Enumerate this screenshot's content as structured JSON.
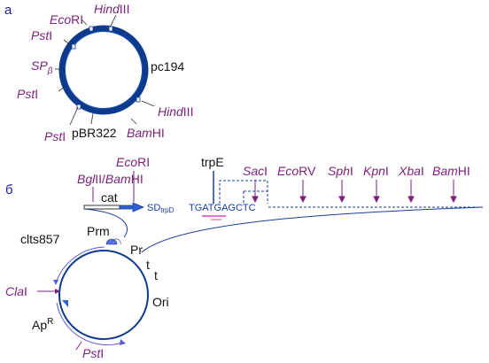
{
  "colors": {
    "plasmid": "#0d3a8c",
    "site": "#7b1f7b",
    "label": "#111111",
    "panel": "#1a1aa6",
    "arrow": "#5a5ad0",
    "sequence": "#1a3c9c",
    "underline": "#e040c0"
  },
  "panel_a": {
    "letter": "а",
    "sites": {
      "ecori_it": "Eco",
      "ecori_rest": "RI",
      "hind1_it": "Hind",
      "hind1_rest": "III",
      "pst1_it": "Pst",
      "pst1_rest": "I",
      "sp": "SP",
      "sp_sub": "β",
      "pst2_it": "Pst",
      "pst2_rest": "I",
      "pst3_it": "Pst",
      "pst3_rest": "I",
      "hind2_it": "Hind",
      "hind2_rest": "III",
      "bam_it": "Bam",
      "bam_rest": "HI"
    },
    "labels": {
      "pc194": "pc194",
      "pbr322": "pBR322"
    }
  },
  "panel_b": {
    "letter": "б",
    "sites": {
      "ecori_it": "Eco",
      "ecori_rest": "RI",
      "bgl_it": "Bgl",
      "bgl_mid": "II/",
      "bam_it": "Bam",
      "bam_rest": "HI",
      "sac_it": "Sac",
      "sac_rest": "I",
      "ecorv_it": "Eco",
      "ecorv_rest": "RV",
      "sph_it": "Sph",
      "sph_rest": "I",
      "kpn_it": "Kpn",
      "kpn_rest": "I",
      "xba_it": "Xba",
      "xba_rest": "I",
      "bam2_it": "Bam",
      "bam2_rest": "HI",
      "cla_it": "Cla",
      "cla_rest": "I",
      "pst_it": "Pst",
      "pst_rest": "I"
    },
    "labels": {
      "trpE": "trpE",
      "cat": "cat",
      "sd": "SD",
      "sd_sub": "trpD",
      "sequence": "TGATGAGCTC",
      "prm": "Prm",
      "pr": "Pr",
      "clts": "clts857",
      "t1": "t",
      "t2": "t",
      "ori": "Ori",
      "apr": "Ap",
      "apr_sup": "R"
    }
  }
}
